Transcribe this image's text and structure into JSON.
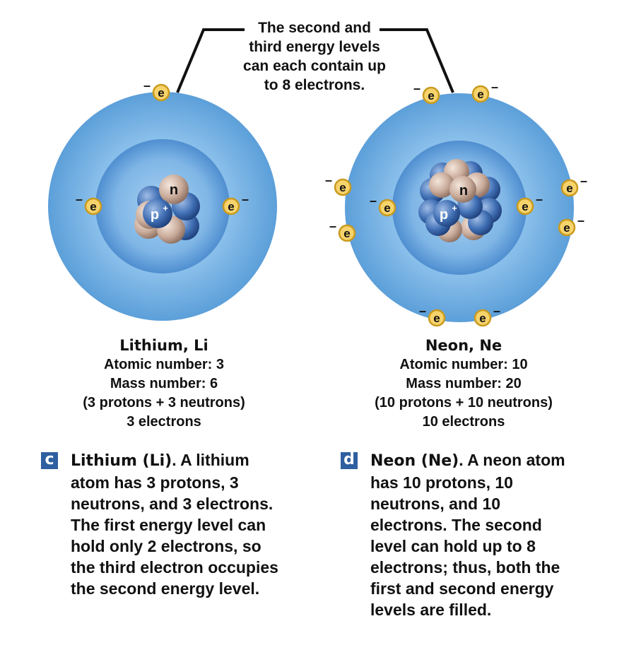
{
  "annotation": {
    "lines": [
      "The second and",
      "third energy levels",
      "can each contain up",
      "to 8 electrons."
    ]
  },
  "symbols": {
    "electron": "e",
    "neutron": "n",
    "proton": "p",
    "proton_charge": "+",
    "electron_charge": "–"
  },
  "lithium": {
    "name": "Lithium, Li",
    "atomic_number": "Atomic number: 3",
    "mass_number": "Mass number: 6",
    "composition": "(3 protons + 3 neutrons)",
    "electrons": "3 electrons",
    "caption_letter": "c",
    "caption_title": "Lithium (Li)",
    "caption_lines": [
      ". A lithium",
      "atom has 3 protons, 3",
      "neutrons, and 3 electrons.",
      "The first energy level can",
      "hold only 2 electrons, so",
      "the third electron occupies",
      "the second energy level."
    ]
  },
  "neon": {
    "name": "Neon, Ne",
    "atomic_number": "Atomic number: 10",
    "mass_number": "Mass number: 20",
    "composition": "(10 protons + 10 neutrons)",
    "electrons": "10 electrons",
    "caption_letter": "d",
    "caption_title": "Neon (Ne)",
    "caption_lines": [
      ". A neon atom",
      "has 10 protons, 10",
      "neutrons, and 10",
      "electrons. The second",
      "level can hold up to 8",
      "electrons; thus, both the",
      "first and second energy",
      "levels are filled."
    ]
  },
  "colors": {
    "outer_shell": "#5b9fd8",
    "inner_shell": "#5d9bd5",
    "shell_highlight": "#8cc0ea",
    "electron_fill": "#f6d36b",
    "electron_ring": "#c99a1e",
    "proton": "#3f6eb3",
    "neutron": "#cdb0a0",
    "caption_badge": "#2e5fa0"
  }
}
